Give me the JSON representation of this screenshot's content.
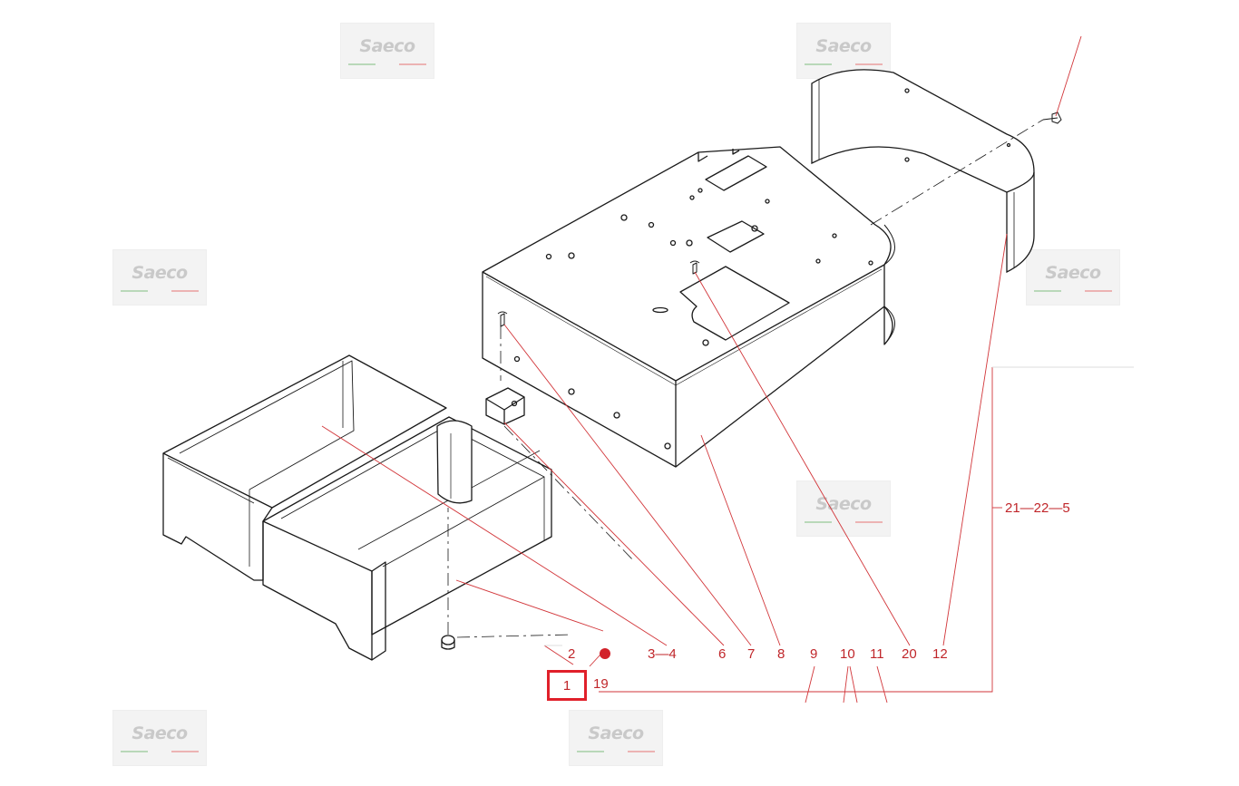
{
  "watermark": {
    "brand": "Saeco"
  },
  "callouts": {
    "c21_22_5": "21—22—5",
    "c3_4": "3—4",
    "c2": "2",
    "c6": "6",
    "c7": "7",
    "c8": "8",
    "c9": "9",
    "c10": "10",
    "c11": "11",
    "c20": "20",
    "c12": "12",
    "c1": "1",
    "c19": "19"
  },
  "selected_part": "1",
  "colors": {
    "line_art": "#1a1a1a",
    "leader": "#d2363a",
    "callout_text": "#c0262a",
    "highlight": "#e0202a",
    "watermark_bg": "#f3f3f3"
  }
}
